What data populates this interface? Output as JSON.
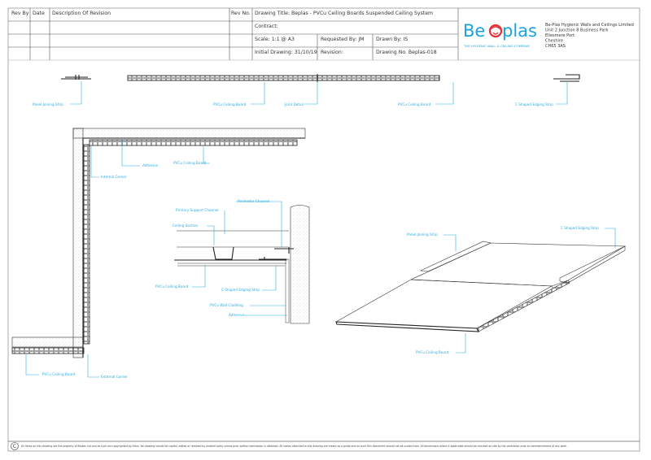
{
  "revision_table": {
    "headers": [
      "Rev By",
      "Date",
      "Description Of Revision",
      "Rev No."
    ]
  },
  "title_block": {
    "drawing_title": "Drawing Title: Beplas - PVCu Ceiling Boards Suspended Ceiling System",
    "contract": "Contract:",
    "scale": "Scale: 1:1 @ A3",
    "requested_by": "Requested By:  JM",
    "drawn_by": "Drawn By: IS",
    "initial_drawing": "Initial Drawing:  31/10/19",
    "revision": "Revision:",
    "drawing_no": "Drawing No. Beplas-018"
  },
  "company": {
    "logo_text_left": "Be",
    "logo_text_right": "plas",
    "tagline": "THE HYGIENIC WALL & CEILING COMPANY",
    "address": [
      "Be-Plas Hygienic Walls and Ceilings Limited",
      "Unit 2 Junction 8 Business Park",
      "Ellesmere Port",
      "Cheshire",
      "CH65 3AS"
    ],
    "brand_color": "#1aa3dd",
    "logo_accent_color": "#e0303a"
  },
  "labels": {
    "panel_joining_strip_top": "Panel Joining Strip",
    "pvcu_ceiling_board_top1": "PVCu Ceiling Board",
    "joint_detail": "Joint Detail",
    "pvcu_ceiling_board_top2": "PVCu Ceiling Board",
    "c_shaped_edging_strip_top": "C Shaped Edging Strip",
    "adhesive_corner": "Adhesive",
    "pvcu_ceiling_board_corner": "PVCu Ceiling Board",
    "internal_corner": "Internal Corner",
    "pvcu_ceiling_board_corner_bottom": "PVCu Ceiling Board",
    "external_corner": "External Corner",
    "perimeter_channel": "Perimeter Channel",
    "primary_support_channel": "Primary Support Channel",
    "ceiling_section": "Ceiling Section",
    "pvcu_ceiling_board_section": "PVCu Ceiling Board",
    "c_shaped_edging_strip_section": "C Shaped Edging Strip",
    "pvcu_wall_cladding": "PVCu Wall Cladding",
    "adhesive_section": "Adhesive",
    "panel_joining_strip_iso": "Panel Joining Strip",
    "c_shaped_edging_strip_iso": "C Shaped Edging Strip",
    "pvcu_ceiling_board_iso": "PVCu Ceiling Board",
    "label_color": "#29abe2"
  },
  "footer": {
    "copyright_symbol": "C",
    "disclaimer": "All items on this drawing are the property of Beplas Ltd and as such are copyrighted by them. No drawing should be copied, edited or retained by another party unless prior written permission is obtained. All scales attached to this drawing are meant as a guide and as such this document should not be scaled from. All dimensions where it applicable should be checked on site by the contractor prior to commencement of any work."
  }
}
